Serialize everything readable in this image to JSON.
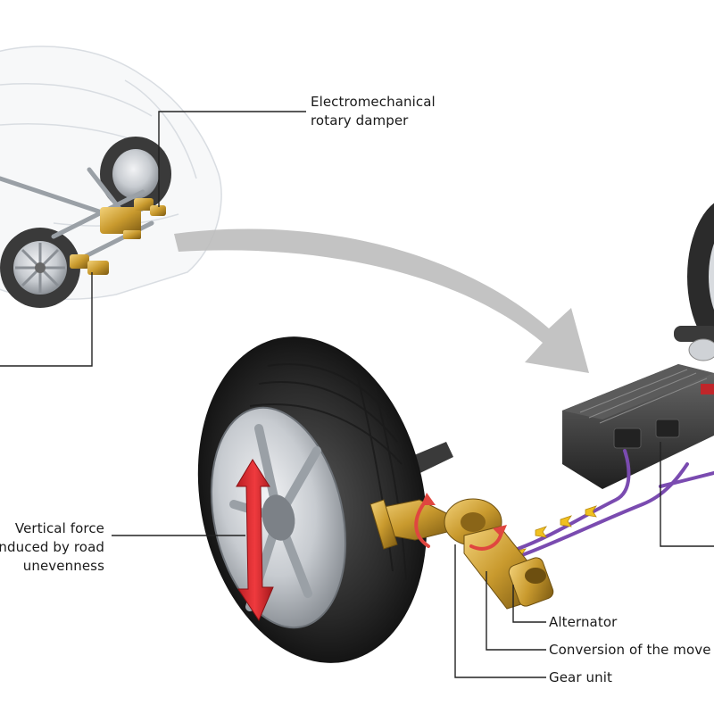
{
  "labels": {
    "damper_line1": "Electromechanical",
    "damper_line2": "rotary damper",
    "force_line1": "Vertical force",
    "force_line2": "induced by road",
    "force_line3": "unevenness",
    "alternator": "Alternator",
    "conversion": "Conversion of the move",
    "gear_unit": "Gear unit"
  },
  "colors": {
    "leader_line": "#222222",
    "tire": "#2b2b2b",
    "rim": "#c9cdd2",
    "brass": "#c99a2e",
    "force_arrow": "#d6262b",
    "rotation_arrow": "#e0463f",
    "cable": "#7a4bb0",
    "chevron": "#f0c020",
    "big_arrow": "#bdbdbd",
    "electronics_box": "#3a3a3a"
  },
  "icons": {
    "force": "double-headed-vertical-arrow",
    "rotation": "curved-rotation-arrow",
    "flow": "chevron-arrow"
  }
}
